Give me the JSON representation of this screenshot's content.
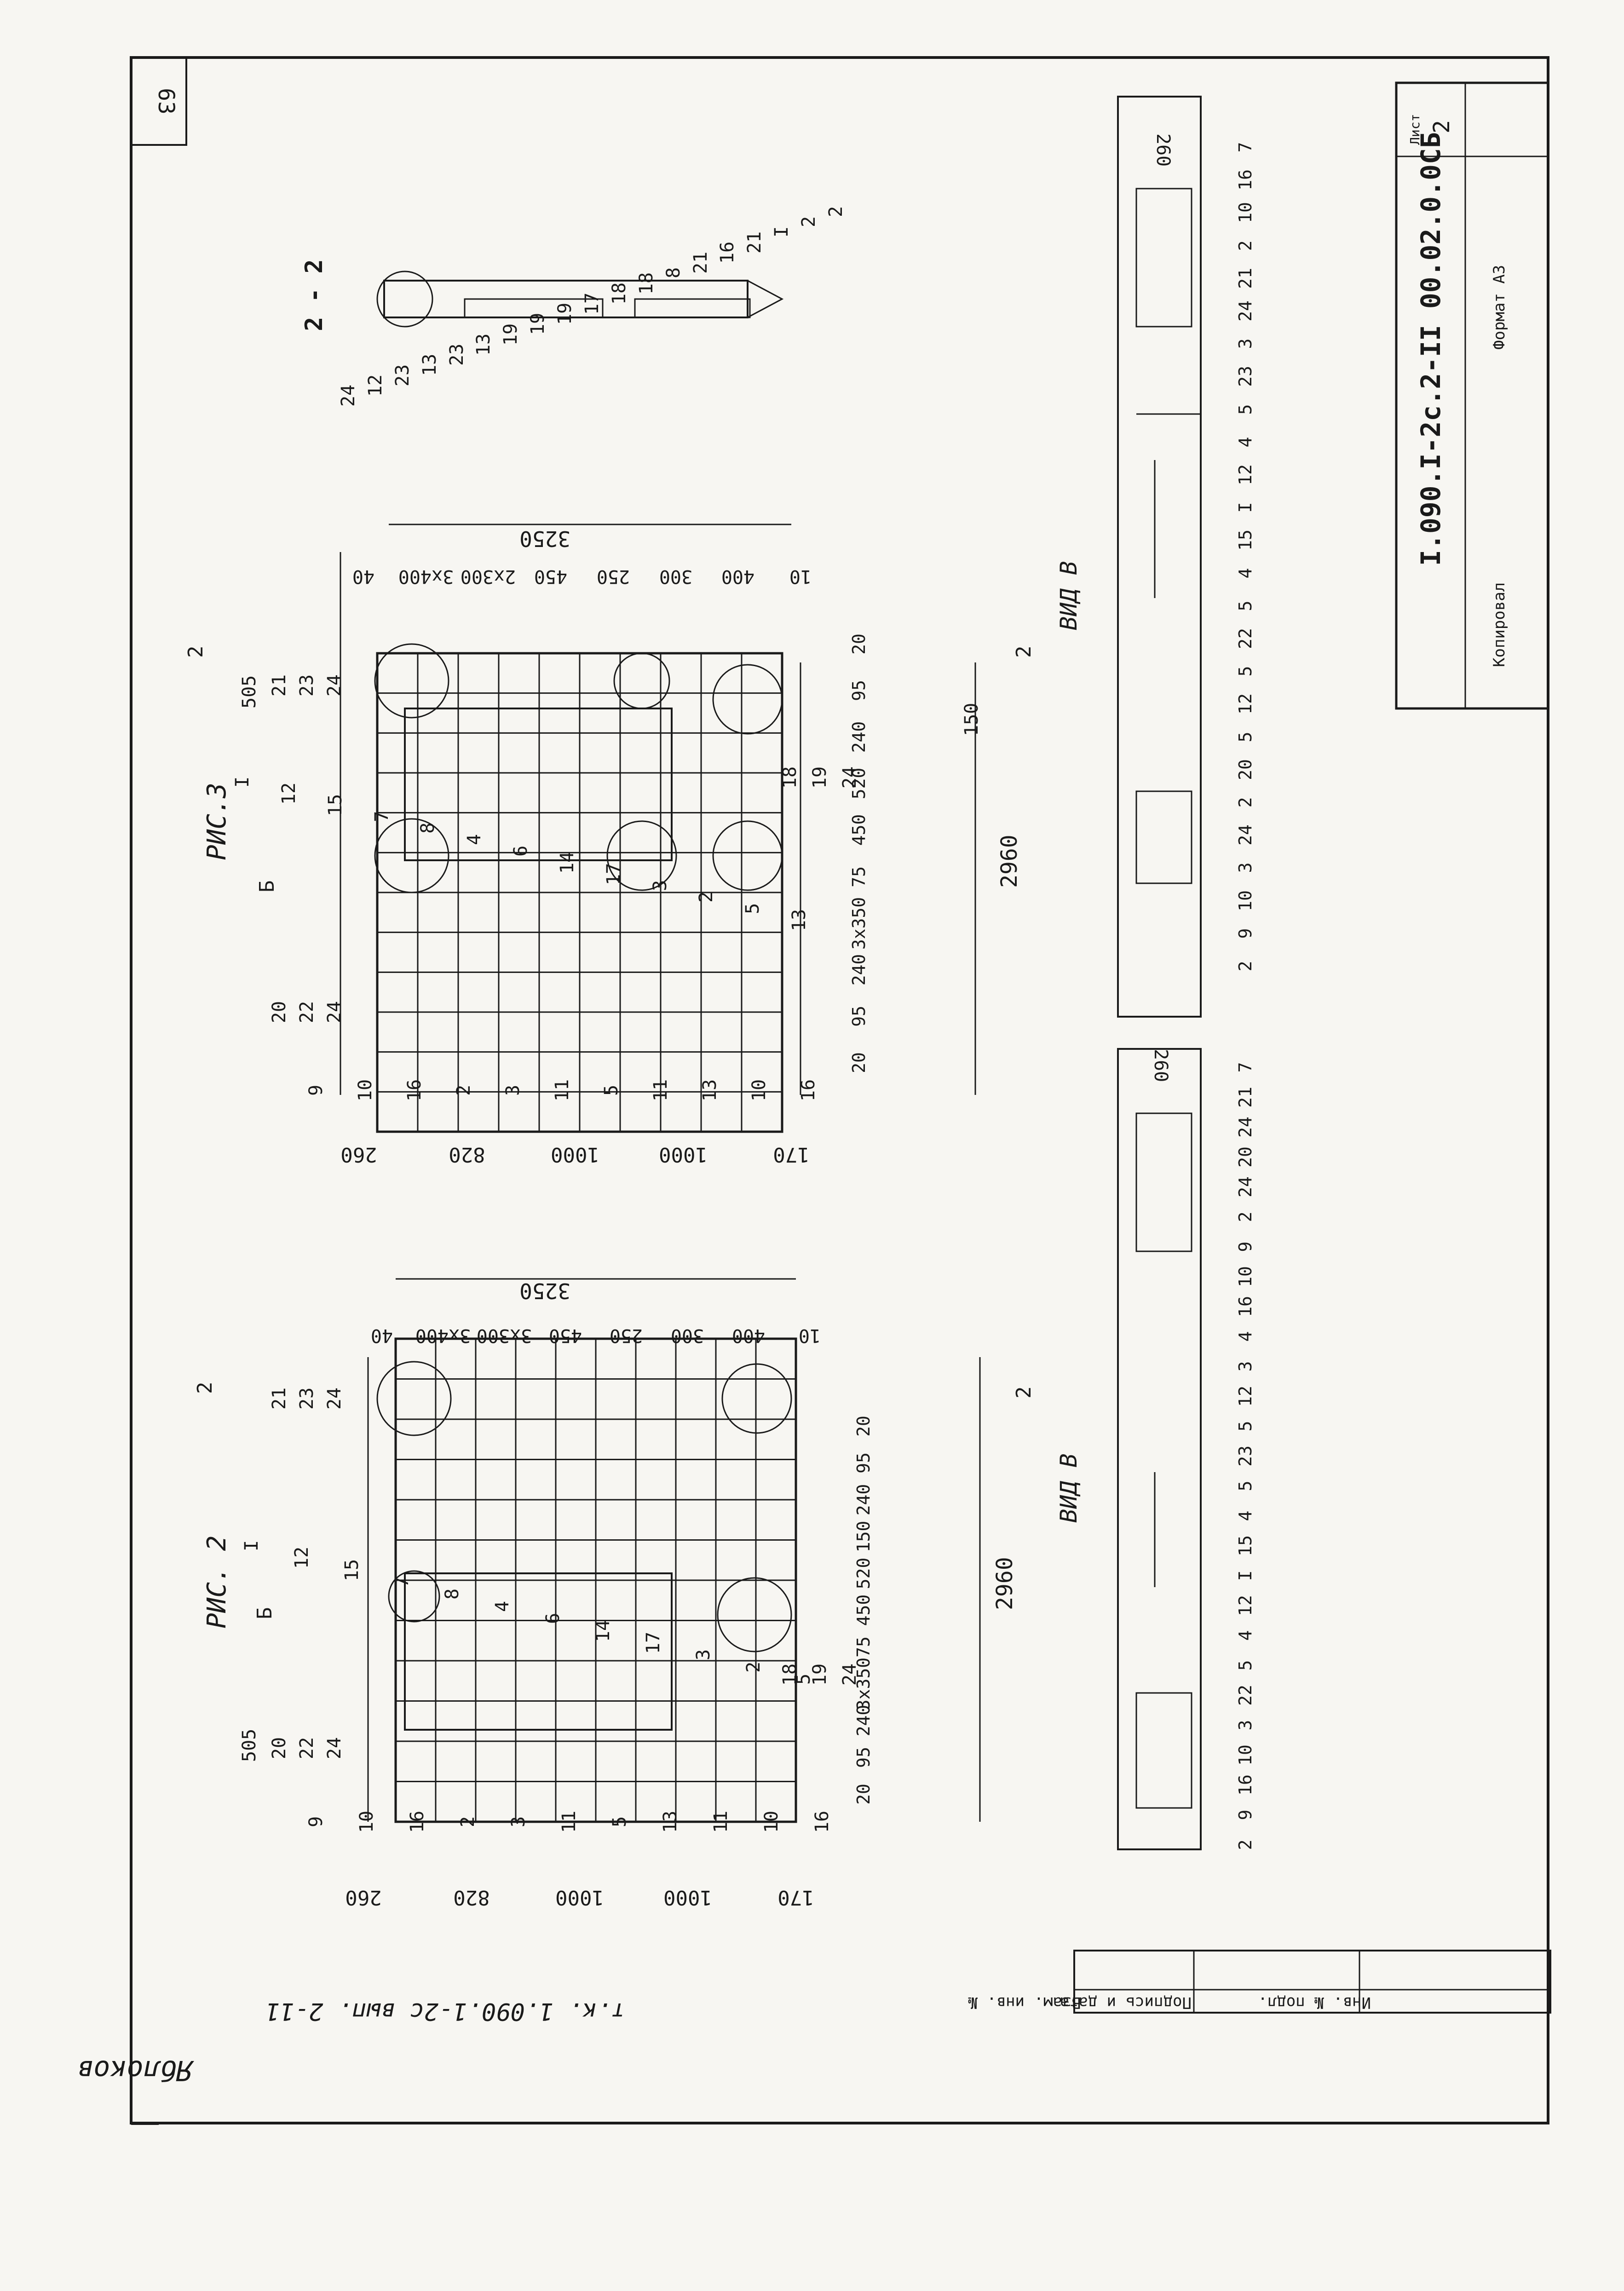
{
  "sheet": {
    "page_number": "63",
    "document_code": "I.090.I-2c.2-II 00.02.0.0СБ",
    "sheet_label": "Лист",
    "sheet_number": "2",
    "copied_label": "Копировал",
    "format_label": "Формат А3",
    "series_note": "т.к. 1.090.1-2с   вып. 2-11",
    "signature": "Яблоков"
  },
  "stamp": {
    "inv_no_podl": "Инв. № подл.",
    "podpis_data": "Подпись и дата",
    "vzam_inv": "Взам. инв. №"
  },
  "fig2": {
    "title": "РИС. 2",
    "view_arrow": "Б",
    "section_mark": "2",
    "overall_length": "2960",
    "overall_height": "3250",
    "vertical_dims": [
      "260",
      "820",
      "1000",
      "1000",
      "170"
    ],
    "right_dims": [
      "40",
      "3х400",
      "3х300",
      "450",
      "250",
      "300",
      "400",
      "10"
    ],
    "top_dims": [
      "20",
      "95",
      "240",
      "150",
      "520",
      "450",
      "75",
      "3х350",
      "240",
      "95",
      "20"
    ],
    "left_pos": [
      "9",
      "10",
      "16",
      "2",
      "3",
      "11",
      "5",
      "13",
      "11",
      "10",
      "16"
    ],
    "top_group_left": [
      "20",
      "22",
      "24"
    ],
    "top_group_right": [
      "21",
      "23",
      "24"
    ],
    "bottom_group": [
      "18",
      "19",
      "24"
    ],
    "callouts": [
      "I",
      "12",
      "15",
      "7",
      "8",
      "4",
      "6",
      "14",
      "17",
      "3",
      "2",
      "5"
    ],
    "dim_505": "505"
  },
  "fig3": {
    "title": "РИС.3",
    "view_arrow": "Б",
    "section_mark": "2",
    "overall_length": "2960",
    "overall_height": "3250",
    "vertical_dims": [
      "260",
      "820",
      "1000",
      "1000",
      "170"
    ],
    "right_dims": [
      "40",
      "3х400",
      "2х300",
      "450",
      "250",
      "300",
      "400",
      "10"
    ],
    "top_dims": [
      "20",
      "95",
      "240",
      "520",
      "450",
      "75",
      "3х350",
      "240",
      "95",
      "20"
    ],
    "left_pos": [
      "9",
      "10",
      "16",
      "2",
      "3",
      "11",
      "5",
      "11",
      "13",
      "10",
      "16"
    ],
    "top_group_left": [
      "20",
      "22",
      "24"
    ],
    "top_group_right": [
      "21",
      "23",
      "24"
    ],
    "bottom_group": [
      "18",
      "19",
      "24"
    ],
    "callouts": [
      "I",
      "12",
      "15",
      "7",
      "8",
      "4",
      "6",
      "14",
      "17",
      "3",
      "2",
      "5",
      "13"
    ],
    "dim_505": "505",
    "dim_150": "150"
  },
  "section22": {
    "title": "2 - 2",
    "labels": [
      "24",
      "12",
      "23",
      "13",
      "23",
      "13",
      "19",
      "19",
      "19",
      "17",
      "18",
      "18",
      "8",
      "21",
      "16",
      "21",
      "I",
      "2",
      "2"
    ]
  },
  "view_b_upper": {
    "title": "ВИД В",
    "dim": "260",
    "labels": [
      "2",
      "9",
      "10",
      "3",
      "24",
      "2",
      "20",
      "5",
      "12",
      "5",
      "22",
      "5",
      "4",
      "15",
      "I",
      "12",
      "4",
      "5",
      "23",
      "3",
      "24",
      "21",
      "2",
      "10",
      "16",
      "7"
    ]
  },
  "view_b_lower": {
    "title": "ВИД В",
    "dim": "260",
    "labels": [
      "2",
      "9",
      "16",
      "10",
      "3",
      "22",
      "5",
      "4",
      "12",
      "I",
      "15",
      "4",
      "5",
      "23",
      "5",
      "12",
      "3",
      "4",
      "16",
      "10",
      "9",
      "2",
      "24",
      "20",
      "24",
      "21",
      "7"
    ]
  }
}
